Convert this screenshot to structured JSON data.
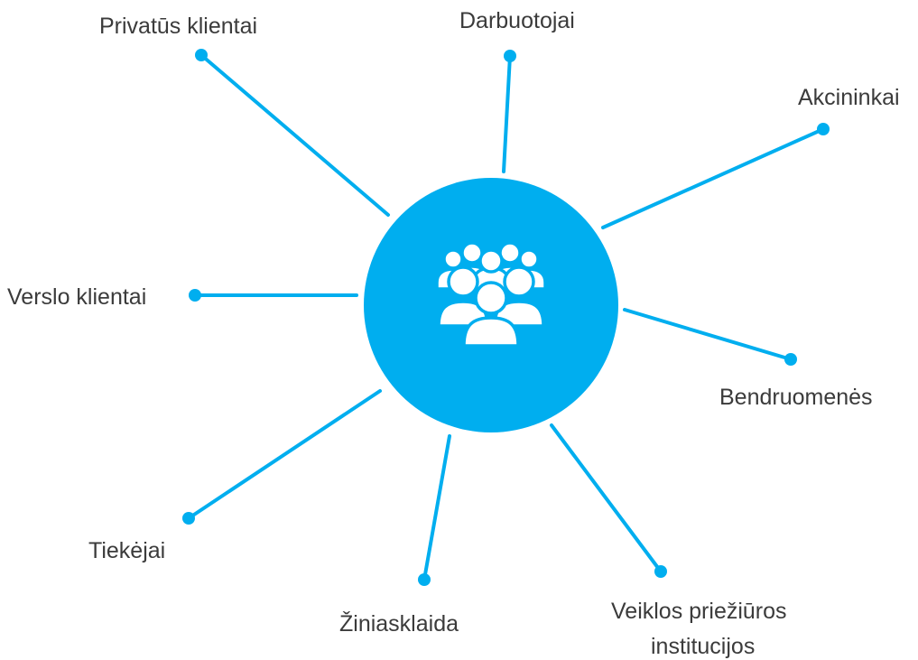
{
  "diagram": {
    "center_icon": "people-group-icon",
    "colors": {
      "accent": "#00AEEF",
      "icon": "#ffffff",
      "text": "#3b3b3b"
    },
    "labels": {
      "privatus_klientai": "Privatūs klientai",
      "darbuotojai": "Darbuotojai",
      "akcininkai": "Akcininkai",
      "verslo_klientai": "Verslo klientai",
      "bendruomenes": "Bendruomenės",
      "tiekejai": "Tiekėjai",
      "ziniasklaida": "Žiniasklaida",
      "veiklos_line1": "Veiklos priežiūros",
      "veiklos_line2": "institucijos"
    }
  }
}
